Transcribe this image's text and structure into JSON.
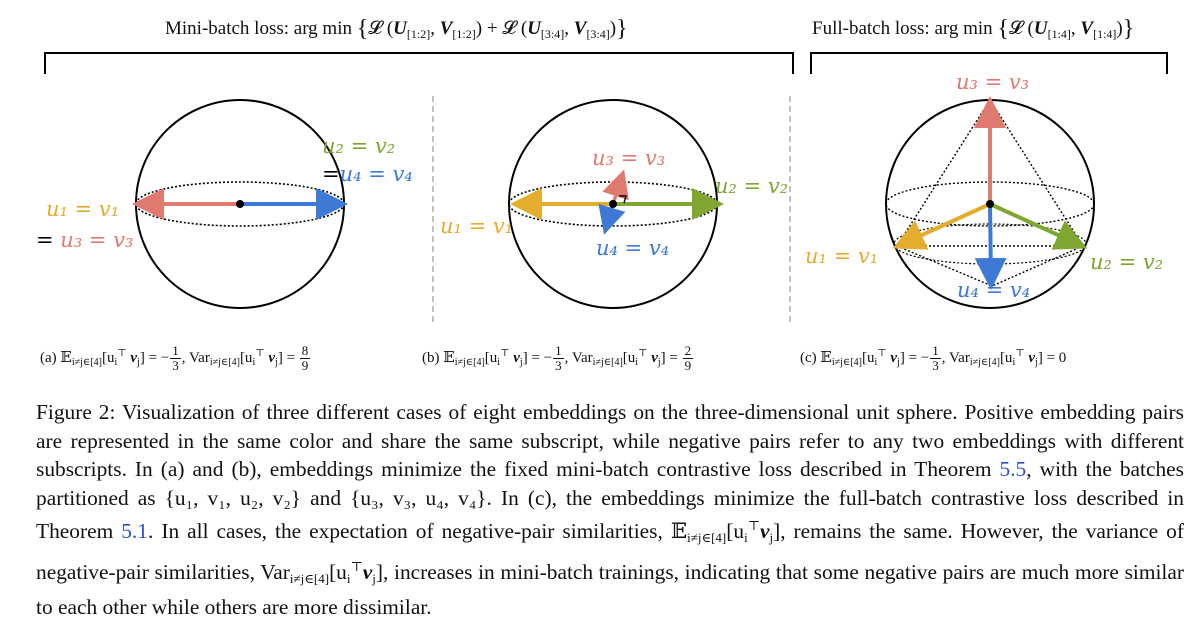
{
  "titles": {
    "mini_batch": {
      "prefix": "Mini-batch loss: arg min",
      "t1": "𝓛 (",
      "u1": "U",
      "s1": "[1:2]",
      "v1": "V",
      "s2": "[1:2]",
      "mid": ") + 𝓛 (",
      "u2": "U",
      "s3": "[3:4]",
      "v2": "V",
      "s4": "[3:4]",
      "end": ")"
    },
    "full_batch": {
      "prefix": "Full-batch loss: arg min",
      "t1": "𝓛 (",
      "u1": "U",
      "s1": "[1:4]",
      "v1": "V",
      "s2": "[1:4]",
      "end": ")"
    },
    "brace_open": "{",
    "brace_close": "}"
  },
  "colors": {
    "red": "#e07a6f",
    "green": "#7fa631",
    "blue": "#3f79d6",
    "yellow": "#e4ad2d",
    "link": "#2b4fcf"
  },
  "panels": {
    "a": {
      "u2v2": "u₂ = v₂",
      "u4v4_prefix": "=",
      "u4v4": "u₄ = v₄",
      "u1v1": "u₁ = v₁",
      "u3v3_prefix": "=",
      "u3v3": "u₃ = v₃",
      "caption": {
        "label": "(a)",
        "expect": "𝔼",
        "idx": "i≠j∈[4]",
        "term": "[u",
        "i": "i",
        "T": "⊤",
        "vj": "v",
        "j": "j",
        "close": "]",
        "eq1": "= −",
        "num1": "1",
        "den1": "3",
        "var": ", Var",
        "eq2": "=",
        "num2": "8",
        "den2": "9"
      }
    },
    "b": {
      "u3v3": "u₃ = v₃",
      "u2v2": "u₂ = v₂",
      "u1v1": "u₁ = v₁",
      "u4v4": "u₄ = v₄",
      "caption": {
        "label": "(b)",
        "expect": "𝔼",
        "idx": "i≠j∈[4]",
        "term": "[u",
        "i": "i",
        "T": "⊤",
        "vj": "v",
        "j": "j",
        "close": "]",
        "eq1": "= −",
        "num1": "1",
        "den1": "3",
        "var": ", Var",
        "eq2": "=",
        "num2": "2",
        "den2": "9"
      }
    },
    "c": {
      "u3v3": "u₃ = v₃",
      "u1v1": "u₁ = v₁",
      "u2v2": "u₂ = v₂",
      "u4v4": "u₄ = v₄",
      "caption": {
        "label": "(c)",
        "expect": "𝔼",
        "idx": "i≠j∈[4]",
        "term": "[u",
        "i": "i",
        "T": "⊤",
        "vj": "v",
        "j": "j",
        "close": "]",
        "eq1": "= −",
        "num1": "1",
        "den1": "3",
        "var": ", Var",
        "eq2": "= 0"
      }
    }
  },
  "caption": {
    "p1": "Figure 2: Visualization of three different cases of eight embeddings on the three-dimensional unit sphere. Positive embedding pairs are represented in the same color and share the same subscript, while negative pairs refer to any two embeddings with different subscripts. In (a) and (b), embeddings minimize the fixed mini-batch contrastive loss described in Theorem",
    "ref1": "5.5",
    "p2": ", with the batches partitioned as {u₁, v₁, u₂, v₂} and {u₃, v₃, u₄, v₄}. In (c), the embeddings minimize the full-batch contrastive loss described in Theorem",
    "ref2": "5.1",
    "p3": ". In all cases, the expectation of negative-pair similarities, 𝔼",
    "idx1": "i≠j∈[4]",
    "p4": "[u",
    "i1": "i",
    "T1": "⊤",
    "p5": "v",
    "j1": "j",
    "p6": "], remains the same. However, the variance of negative-pair similarities, Var",
    "idx2": "i≠j∈[4]",
    "p7": "[u",
    "i2": "i",
    "T2": "⊤",
    "p8": "v",
    "j2": "j",
    "p9": "], increases in mini-batch trainings, indicating that some negative pairs are much more similar to each other while others are more dissimilar."
  }
}
